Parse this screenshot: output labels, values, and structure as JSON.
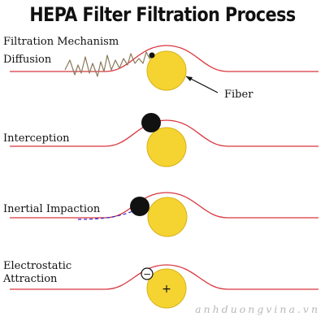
{
  "title": "HEPA Filter Filtration Process",
  "header_label": "Filtration Mechanism",
  "mechanisms": [
    {
      "label": "Diffusion"
    },
    {
      "label": "Interception"
    },
    {
      "label": "Inertial Impaction"
    },
    {
      "label_line1": "Electrostatic",
      "label_line2": "Attraction",
      "particle_sign": "−",
      "fiber_sign": "+"
    }
  ],
  "fiber_label": "Fiber",
  "watermark": "anhduongvina.vn",
  "colors": {
    "streamline": "#d9363e",
    "fiber_fill": "#f5d431",
    "fiber_stroke": "#d8b21a",
    "particle": "#111111",
    "diffusion_path": "#8a7a5a",
    "impaction_path": "#2a2ad0"
  }
}
